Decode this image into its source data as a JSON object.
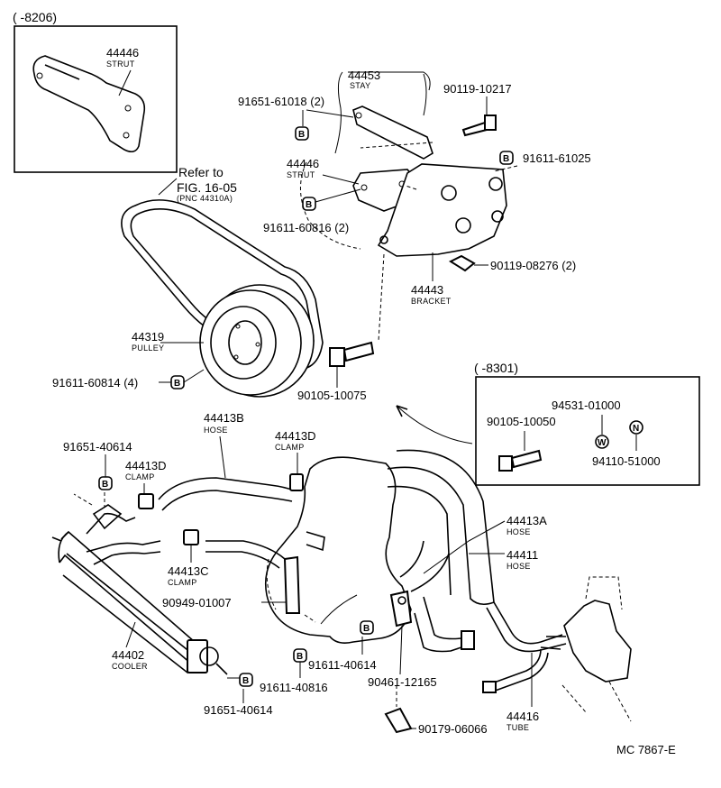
{
  "callouts": {
    "date_8206": "(      -8206)",
    "date_8301": "(      -8301)",
    "ref_fig": "Refer to",
    "ref_fig2": "FIG. 16-05",
    "ref_pnc": "(PNC 44310A)"
  },
  "parts": [
    {
      "id": "44446a",
      "num": "44446",
      "name": "STRUT"
    },
    {
      "id": "44453",
      "num": "44453",
      "name": "STAY"
    },
    {
      "id": "90119-10217",
      "num": "90119-10217"
    },
    {
      "id": "91651-61018",
      "num": "91651-61018 (2)"
    },
    {
      "id": "91611-61025",
      "num": "91611-61025"
    },
    {
      "id": "44446b",
      "num": "44446",
      "name": "STRUT"
    },
    {
      "id": "91611-60816",
      "num": "91611-60816 (2)"
    },
    {
      "id": "44443",
      "num": "44443",
      "name": "BRACKET"
    },
    {
      "id": "90119-08276",
      "num": "90119-08276 (2)"
    },
    {
      "id": "44319",
      "num": "44319",
      "name": "PULLEY"
    },
    {
      "id": "91611-60814",
      "num": "91611-60814 (4)"
    },
    {
      "id": "90105-10075",
      "num": "90105-10075"
    },
    {
      "id": "94531-01000",
      "num": "94531-01000"
    },
    {
      "id": "90105-10050",
      "num": "90105-10050"
    },
    {
      "id": "94110-51000",
      "num": "94110-51000"
    },
    {
      "id": "44413B",
      "num": "44413B",
      "name": "HOSE"
    },
    {
      "id": "44413D1",
      "num": "44413D",
      "name": "CLAMP"
    },
    {
      "id": "91651-40614a",
      "num": "91651-40614"
    },
    {
      "id": "44413D2",
      "num": "44413D",
      "name": "CLAMP"
    },
    {
      "id": "44413C",
      "num": "44413C",
      "name": "CLAMP"
    },
    {
      "id": "44413A",
      "num": "44413A",
      "name": "HOSE"
    },
    {
      "id": "44411",
      "num": "44411",
      "name": "HOSE"
    },
    {
      "id": "90949-01007",
      "num": "90949-01007"
    },
    {
      "id": "44402",
      "num": "44402",
      "name": "COOLER"
    },
    {
      "id": "91611-40614",
      "num": "91611-40614"
    },
    {
      "id": "91611-40816",
      "num": "91611-40816"
    },
    {
      "id": "90461-12165",
      "num": "90461-12165"
    },
    {
      "id": "91651-40614b",
      "num": "91651-40614"
    },
    {
      "id": "44416",
      "num": "44416",
      "name": "TUBE"
    },
    {
      "id": "90179-06066",
      "num": "90179-06066"
    }
  ],
  "symbols": {
    "b": "B",
    "w": "W",
    "n": "N"
  },
  "footer": {
    "code": "MC 7867-E"
  }
}
